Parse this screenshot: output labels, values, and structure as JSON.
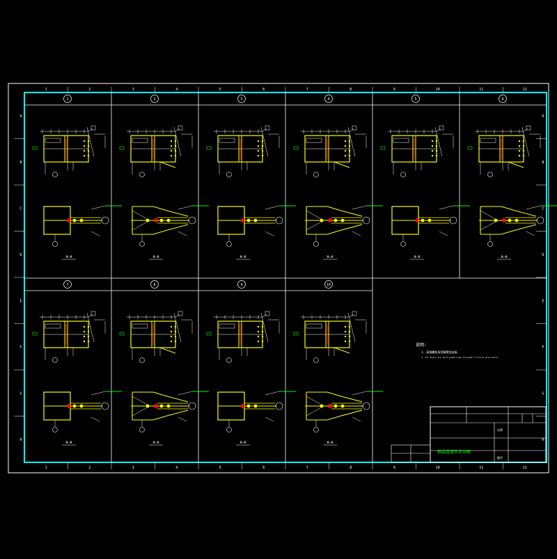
{
  "colors": {
    "background": "#000000",
    "frame": "#ffffff",
    "border": "#00ffff",
    "steel": "#ffff00",
    "weld": "#ff0000",
    "note": "#00ff00",
    "line": "#ffffff"
  },
  "grid": {
    "columns": [
      "1",
      "2",
      "3",
      "4",
      "5",
      "6",
      "7",
      "8",
      "9",
      "10",
      "11",
      "12"
    ],
    "rows": [
      "A",
      "B",
      "C",
      "D",
      "E",
      "F",
      "G",
      "H"
    ]
  },
  "details": [
    {
      "num": "1",
      "section": "A—A",
      "variant": "plain"
    },
    {
      "num": "2",
      "section": "A—A",
      "variant": "haunch"
    },
    {
      "num": "3",
      "section": "A—A",
      "variant": "plain"
    },
    {
      "num": "4",
      "section": "A—A",
      "variant": "haunch"
    },
    {
      "num": "5",
      "section": "A—A",
      "variant": "plain"
    },
    {
      "num": "6",
      "section": "A—A",
      "variant": "haunch"
    },
    {
      "num": "7",
      "section": "A—A",
      "variant": "plain"
    },
    {
      "num": "8",
      "section": "A—A",
      "variant": "haunch"
    },
    {
      "num": "9",
      "section": "A—A",
      "variant": "plain"
    },
    {
      "num": "10",
      "section": "A—A",
      "variant": "haunch"
    }
  ],
  "notes": {
    "title": "说明:",
    "line1": "1. 高强螺栓采用摩擦型连接。",
    "line2": "2. All bolts are 10.9 grade high strength friction grip bolts."
  },
  "title_block": {
    "drawing_name": "钢梁连接节点详图",
    "scale_label": "比例",
    "sheet_label": "图号"
  }
}
